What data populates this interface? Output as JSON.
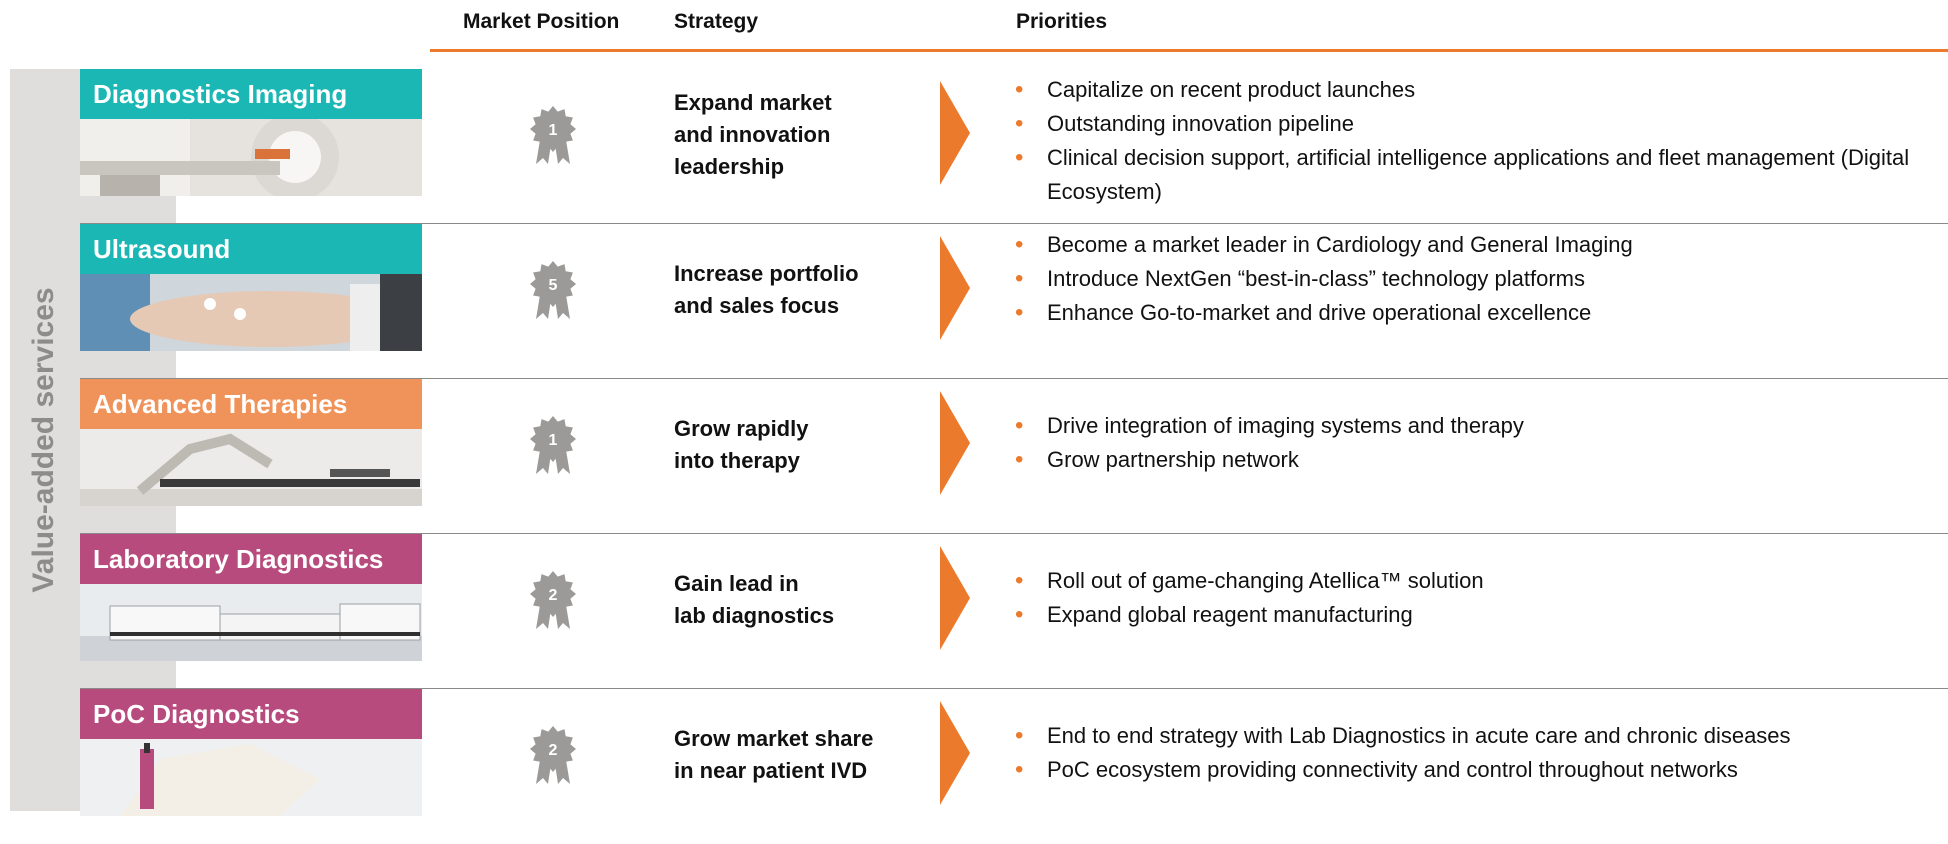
{
  "colors": {
    "accent": "#ec7a2d",
    "teal": "#1ab7b4",
    "orange": "#f0935a",
    "pink": "#b84b7d",
    "badge": "#9c9a98"
  },
  "headers": {
    "market_position": "Market Position",
    "strategy": "Strategy",
    "priorities": "Priorities"
  },
  "side_label": "Value-added services",
  "rows": [
    {
      "segment": "Diagnostics Imaging",
      "color": "#1ab7b4",
      "rank": "1",
      "strategy": [
        "Expand market",
        "and innovation",
        "leadership"
      ],
      "priorities": [
        "Capitalize on recent product launches",
        "Outstanding innovation pipeline",
        "Clinical decision support, artificial intelligence applications and fleet management (Digital Ecosystem)"
      ]
    },
    {
      "segment": "Ultrasound",
      "color": "#1ab7b4",
      "rank": "5",
      "strategy": [
        "Increase portfolio",
        "and sales focus"
      ],
      "priorities": [
        "Become a market leader in Cardiology and General Imaging",
        "Introduce NextGen “best-in-class” technology platforms",
        "Enhance Go-to-market and drive operational excellence"
      ]
    },
    {
      "segment": "Advanced Therapies",
      "color": "#f0935a",
      "rank": "1",
      "strategy": [
        "Grow rapidly",
        "into therapy"
      ],
      "priorities": [
        "Drive integration of imaging systems and therapy",
        "Grow partnership network"
      ]
    },
    {
      "segment": "Laboratory Diagnostics",
      "color": "#b84b7d",
      "rank": "2",
      "strategy": [
        "Gain lead in",
        "lab diagnostics"
      ],
      "priorities": [
        "Roll out of game-changing Atellica™ solution",
        "Expand global reagent manufacturing"
      ]
    },
    {
      "segment": "PoC Diagnostics",
      "color": "#b84b7d",
      "rank": "2",
      "strategy": [
        "Grow market share",
        "in near patient IVD"
      ],
      "priorities": [
        "End to end strategy with Lab Diagnostics in acute care and chronic diseases",
        "PoC ecosystem providing connectivity and control throughout networks"
      ]
    }
  ]
}
